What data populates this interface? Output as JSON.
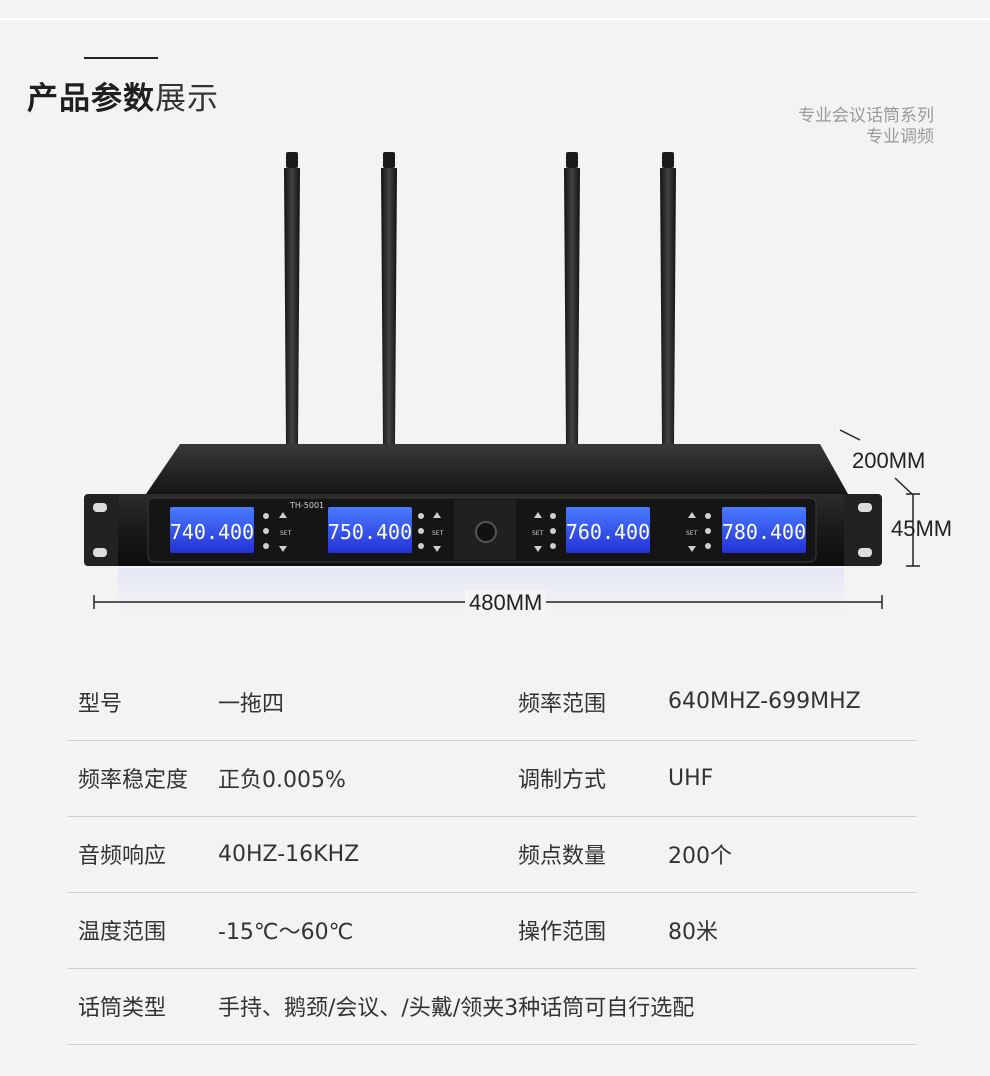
{
  "header": {
    "title_bold": "产品参数",
    "title_light": "展示",
    "tagline_line1": "专业会议话筒系列",
    "tagline_line2": "专业调频"
  },
  "product": {
    "model_label": "TH-5001",
    "screens": [
      "740.400",
      "750.400",
      "760.400",
      "780.400"
    ],
    "button_set_label": "SET",
    "dimensions": {
      "width": "480MM",
      "depth": "200MM",
      "height": "45MM"
    },
    "colors": {
      "screen": "#2a3fe0",
      "screen_glow": "#4a7bff",
      "chassis": "#1c1c1c",
      "background": "#f3f3f3"
    }
  },
  "specs": {
    "rows": [
      {
        "k1": "型号",
        "v1": "一拖四",
        "k2": "频率范围",
        "v2": "640MHZ-699MHZ"
      },
      {
        "k1": "频率稳定度",
        "v1": "正负0.005%",
        "k2": "调制方式",
        "v2": "UHF"
      },
      {
        "k1": "音频响应",
        "v1": "40HZ-16KHZ",
        "k2": "频点数量",
        "v2": "200个"
      },
      {
        "k1": "温度范围",
        "v1": "-15℃～60℃",
        "k2": "操作范围",
        "v2": "80米"
      }
    ],
    "last_row": {
      "k1": "话筒类型",
      "v1": "手持、鹅颈/会议、/头戴/领夹3种话筒可自行选配"
    }
  }
}
